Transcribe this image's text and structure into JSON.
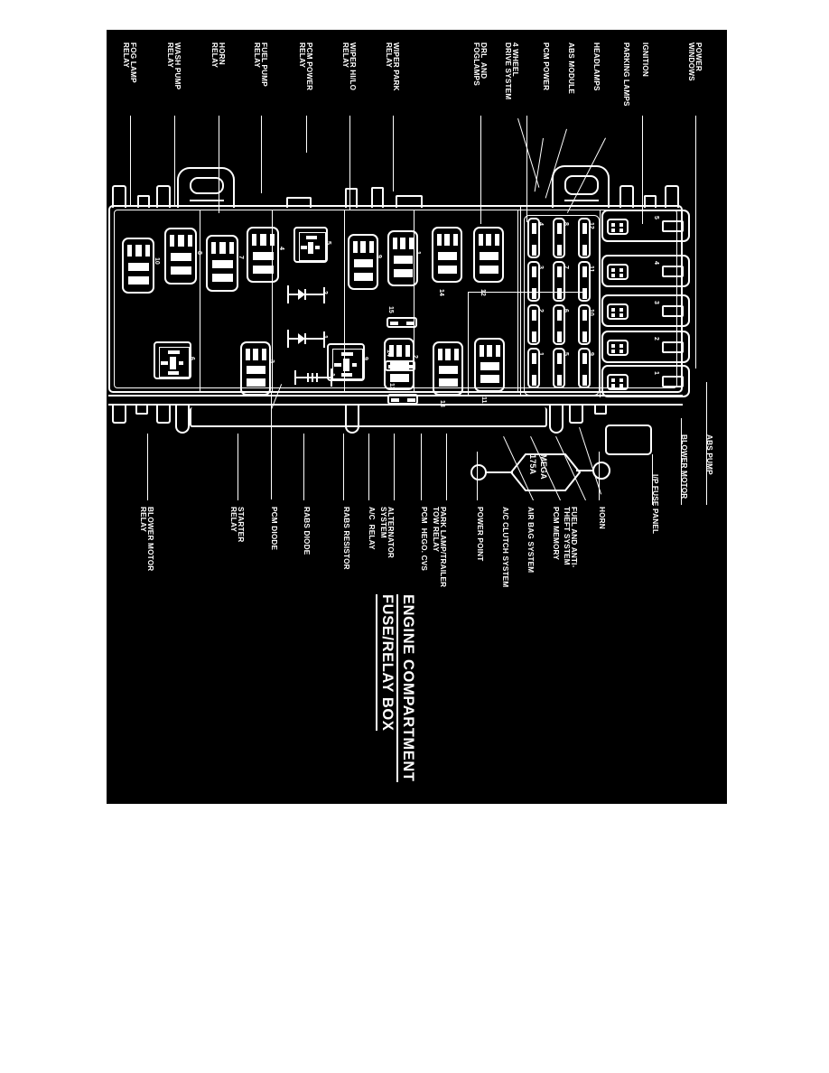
{
  "document": {
    "title": "ENGINE COMPARTMENT FUSE/RELAY BOX",
    "title_line1": "ENGINE COMPARTMENT",
    "title_line2": "FUSE/RELAY BOX",
    "background_color": "#000000",
    "ink_color": "#ffffff",
    "page_background": "#ffffff"
  },
  "top_labels": [
    {
      "id": "fog-lamp-relay",
      "text": "FOG LAMP\nRELAY"
    },
    {
      "id": "wash-pump-relay",
      "text": "WASH PUMP\nRELAY"
    },
    {
      "id": "horn-relay",
      "text": "HORN\nRELAY"
    },
    {
      "id": "fuel-pump-relay",
      "text": "FUEL PUMP\nRELAY"
    },
    {
      "id": "pcm-power-relay",
      "text": "PCM POWER\nRELAY"
    },
    {
      "id": "wiper-hilo-relay",
      "text": "WIPER HI/LO\nRELAY"
    },
    {
      "id": "wiper-park-relay",
      "text": "WIPER PARK\nRELAY"
    },
    {
      "id": "drl-and-foglamps",
      "text": "DRL  AND\nFOGLAMPS"
    },
    {
      "id": "4-wheel-drive-system",
      "text": "4 WHEEL\nDRIVE SYSTEM"
    },
    {
      "id": "pcm-power",
      "text": "PCM POWER"
    },
    {
      "id": "abs-module",
      "text": "ABS MODULE"
    },
    {
      "id": "headlamps",
      "text": "HEADLAMPS"
    },
    {
      "id": "parking-lamps",
      "text": "PARKING LAMPS"
    },
    {
      "id": "ignition",
      "text": "IGNITION"
    },
    {
      "id": "power-windows",
      "text": "POWER\nWINDOWS"
    }
  ],
  "bottom_labels": [
    {
      "id": "blower-motor-relay",
      "text": "BLOWER MOTOR\nRELAY"
    },
    {
      "id": "starter-relay",
      "text": "STARTER\nRELAY"
    },
    {
      "id": "pcm-diode",
      "text": "PCM DIODE"
    },
    {
      "id": "rabs-diode",
      "text": "RABS DIODE"
    },
    {
      "id": "rabs-resistor",
      "text": "RABS RESISTOR"
    },
    {
      "id": "ac-relay",
      "text": "A/C  RELAY"
    },
    {
      "id": "alternator-system",
      "text": "ALTERNATOR\nSYSTEM"
    },
    {
      "id": "pcm-hego-cvs",
      "text": "PCM  HEGO. CVS"
    },
    {
      "id": "park-lamp-trailer-tow-relay",
      "text": "PARK LAMP/TRAILER\nTOW RELAY"
    },
    {
      "id": "power-point",
      "text": "POWER POINT"
    },
    {
      "id": "ac-clutch-system",
      "text": "A/C CLUTCH SYSTEM"
    },
    {
      "id": "air-bag-system",
      "text": "AIR BAG SYSTEM"
    },
    {
      "id": "pcm-memory",
      "text": "PCM MEMORY"
    },
    {
      "id": "fuel-and-anti-theft-system",
      "text": "FUEL AND ANTI-\nTHEFT SYSTEM"
    },
    {
      "id": "horn",
      "text": "HORN"
    },
    {
      "id": "ip-fuse-panel",
      "text": "I/P FUSE PANEL"
    },
    {
      "id": "blower-motor",
      "text": "BLOWER MOTOR"
    },
    {
      "id": "abs-pump",
      "text": "ABS PUMP"
    }
  ],
  "relay_sockets": [
    {
      "num": "10",
      "type": "tall"
    },
    {
      "num": "8",
      "type": "tall"
    },
    {
      "num": "7",
      "type": "tall"
    },
    {
      "num": "4",
      "type": "tall"
    },
    {
      "num": "5",
      "type": "tall"
    },
    {
      "num": "9",
      "type": "tall"
    },
    {
      "num": "1",
      "type": "tall"
    },
    {
      "num": "14",
      "type": "tall"
    },
    {
      "num": "12",
      "type": "tall"
    },
    {
      "num": "6",
      "type": "square"
    },
    {
      "num": "9",
      "type": "square"
    },
    {
      "num": "3",
      "type": "square"
    },
    {
      "num": "2",
      "type": "tall"
    },
    {
      "num": "13",
      "type": "tall"
    },
    {
      "num": "11",
      "type": "tall"
    }
  ],
  "fuses": {
    "columns": [
      {
        "values": [
          "4",
          "3",
          "2",
          "1"
        ]
      },
      {
        "values": [
          "8",
          "7",
          "6",
          "5"
        ]
      },
      {
        "values": [
          "12",
          "11",
          "10",
          "9"
        ]
      }
    ]
  },
  "fuse_links": [
    "15",
    "14",
    "13"
  ],
  "circuit_breakers": [
    "5",
    "4",
    "3",
    "2",
    "1"
  ],
  "mega_fuse": {
    "label_line1": "MEGA",
    "label_line2": "175A"
  },
  "diodes": [
    {
      "id": "pcm-diode-symbol",
      "num": "2"
    },
    {
      "id": "rabs-diode-symbol",
      "num": "1"
    },
    {
      "id": "rabs-resistor-symbol",
      "num": "1"
    }
  ]
}
